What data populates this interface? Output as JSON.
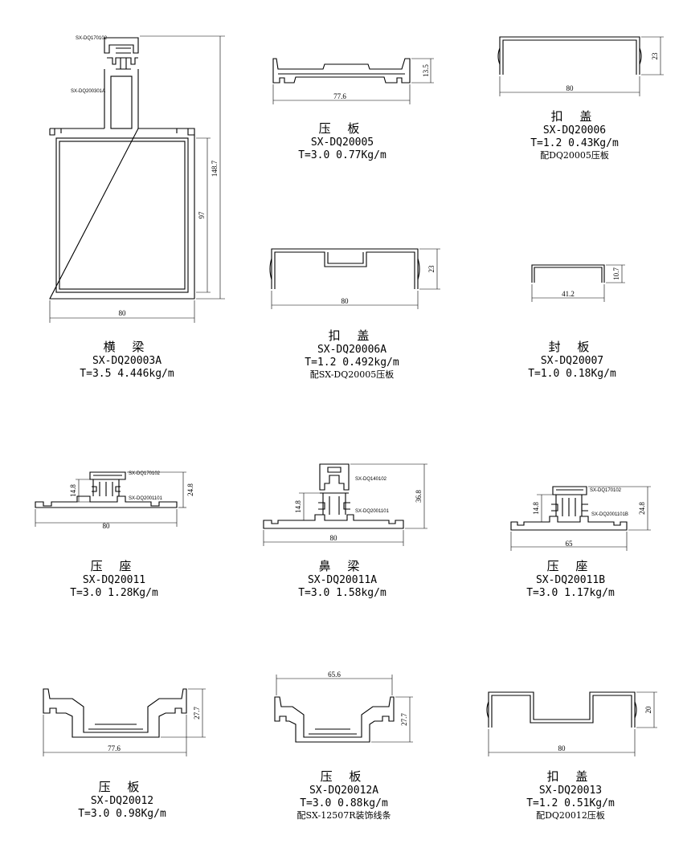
{
  "profiles": [
    {
      "name": "横 梁",
      "code": "SX-DQ20003A",
      "spec": "T=3.5 4.446kg/m",
      "note": "",
      "dims": [
        "80",
        "97",
        "148.7"
      ],
      "tags": [
        "SX-DQ170102",
        "SX-DQ200301A"
      ]
    },
    {
      "name": "压 板",
      "code": "SX-DQ20005",
      "spec": "T=3.0 0.77Kg/m",
      "note": "",
      "dims": [
        "77.6",
        "13.5"
      ],
      "tags": []
    },
    {
      "name": "扣 盖",
      "code": "SX-DQ20006",
      "spec": "T=1.2 0.43Kg/m",
      "note": "配DQ20005压板",
      "dims": [
        "80",
        "23"
      ],
      "tags": []
    },
    {
      "name": "扣 盖",
      "code": "SX-DQ20006A",
      "spec": "T=1.2 0.492kg/m",
      "note": "配SX-DQ20005压板",
      "dims": [
        "80",
        "23"
      ],
      "tags": []
    },
    {
      "name": "封 板",
      "code": "SX-DQ20007",
      "spec": "T=1.0 0.18Kg/m",
      "note": "",
      "dims": [
        "41.2",
        "10.7"
      ],
      "tags": []
    },
    {
      "name": "压 座",
      "code": "SX-DQ20011",
      "spec": "T=3.0 1.28Kg/m",
      "note": "",
      "dims": [
        "80",
        "14.8",
        "24.8"
      ],
      "tags": [
        "SX-DQ170102",
        "SX-DQ2001101"
      ]
    },
    {
      "name": "鼻 梁",
      "code": "SX-DQ20011A",
      "spec": "T=3.0 1.58kg/m",
      "note": "",
      "dims": [
        "80",
        "14.8",
        "36.8"
      ],
      "tags": [
        "SX-DQ140102",
        "SX-DQ2001101"
      ]
    },
    {
      "name": "压 座",
      "code": "SX-DQ20011B",
      "spec": "T=3.0 1.17kg/m",
      "note": "",
      "dims": [
        "65",
        "14.8",
        "24.8"
      ],
      "tags": [
        "SX-DQ170102",
        "SX-DQ2001101B"
      ]
    },
    {
      "name": "压 板",
      "code": "SX-DQ20012",
      "spec": "T=3.0 0.98Kg/m",
      "note": "",
      "dims": [
        "77.6",
        "27.7"
      ],
      "tags": []
    },
    {
      "name": "压 板",
      "code": "SX-DQ20012A",
      "spec": "T=3.0 0.88kg/m",
      "note": "配SX-12507R装饰线条",
      "dims": [
        "65.6",
        "27.7"
      ],
      "tags": []
    },
    {
      "name": "扣 盖",
      "code": "SX-DQ20013",
      "spec": "T=1.2 0.51Kg/m",
      "note": "配DQ20012压板",
      "dims": [
        "80",
        "20"
      ],
      "tags": []
    }
  ]
}
